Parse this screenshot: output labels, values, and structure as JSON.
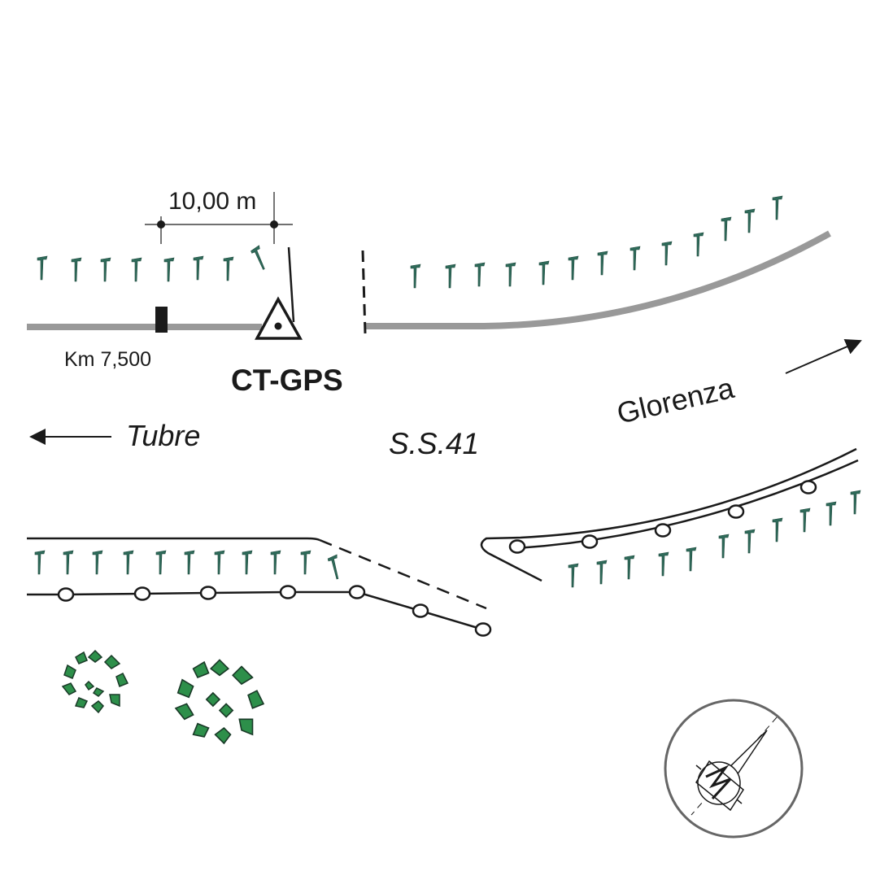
{
  "labels": {
    "distance": "10,00 m",
    "km_marker": "Km 7,500",
    "station": "CT-GPS",
    "direction_left": "Tubre",
    "road_name": "S.S.41",
    "direction_right": "Glorenza"
  },
  "colors": {
    "road": "#999999",
    "line": "#1a1a1a",
    "vegetation": "#2f6b5a",
    "tree_fill": "#2d8f4a"
  },
  "icons": {
    "station": "triangle-station-icon",
    "km_post": "km-post-marker",
    "compass": "compass-north-icon",
    "tree": "tree-icon",
    "grass": "grass-tuft-icon",
    "arrow": "direction-arrow-icon"
  }
}
